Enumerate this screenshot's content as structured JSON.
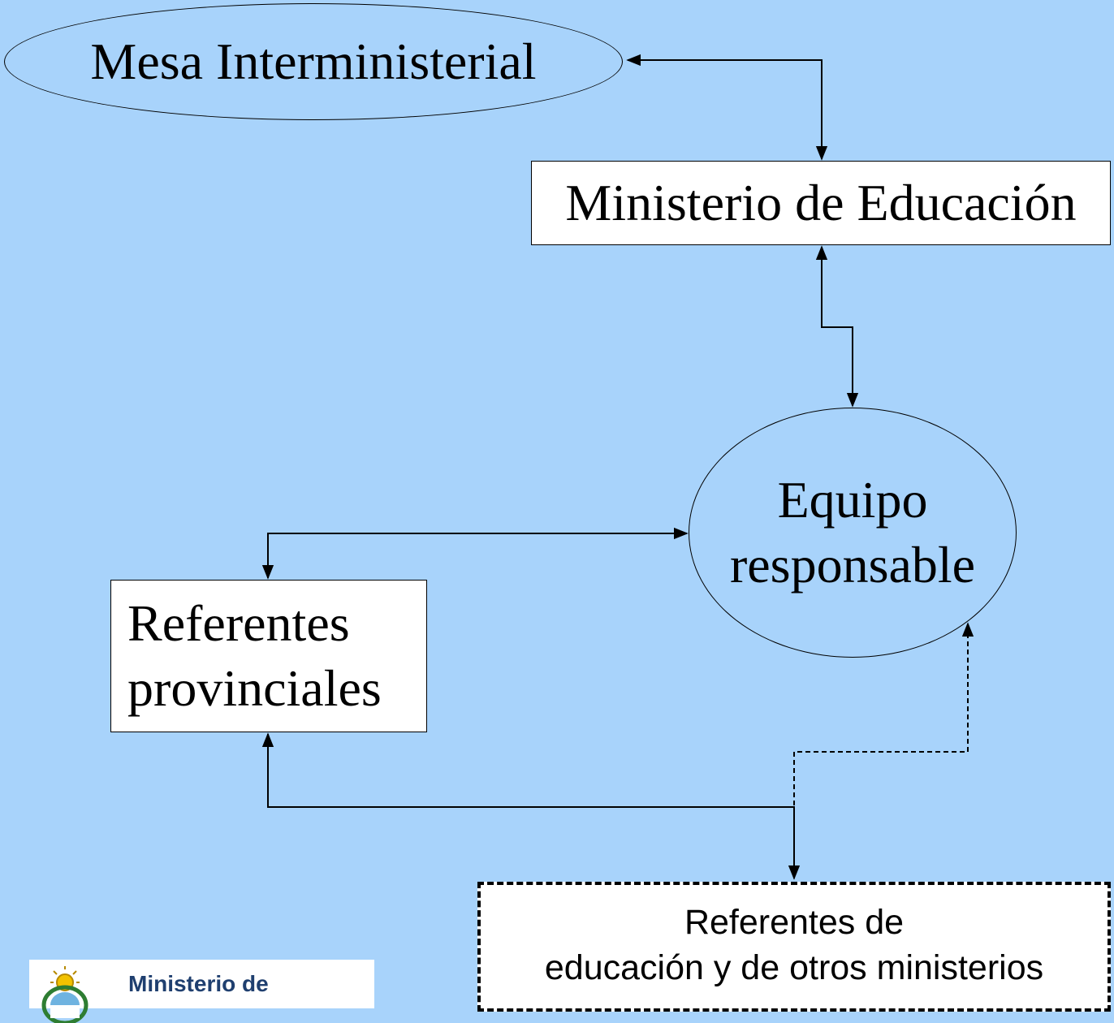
{
  "nodes": {
    "mesa": "Mesa Interministerial",
    "ministerio": "Ministerio de Educación",
    "equipo": [
      "Equipo",
      "responsable"
    ],
    "referentes_provinciales": [
      "Referentes",
      "provinciales"
    ],
    "referentes_educacion": [
      "Referentes de",
      "educación y de otros ministerios"
    ]
  },
  "logo": {
    "text": "Ministerio de"
  },
  "colors": {
    "background": "#a8d3fb",
    "box_fill": "#ffffff",
    "logo_text": "#1f3f6f"
  }
}
